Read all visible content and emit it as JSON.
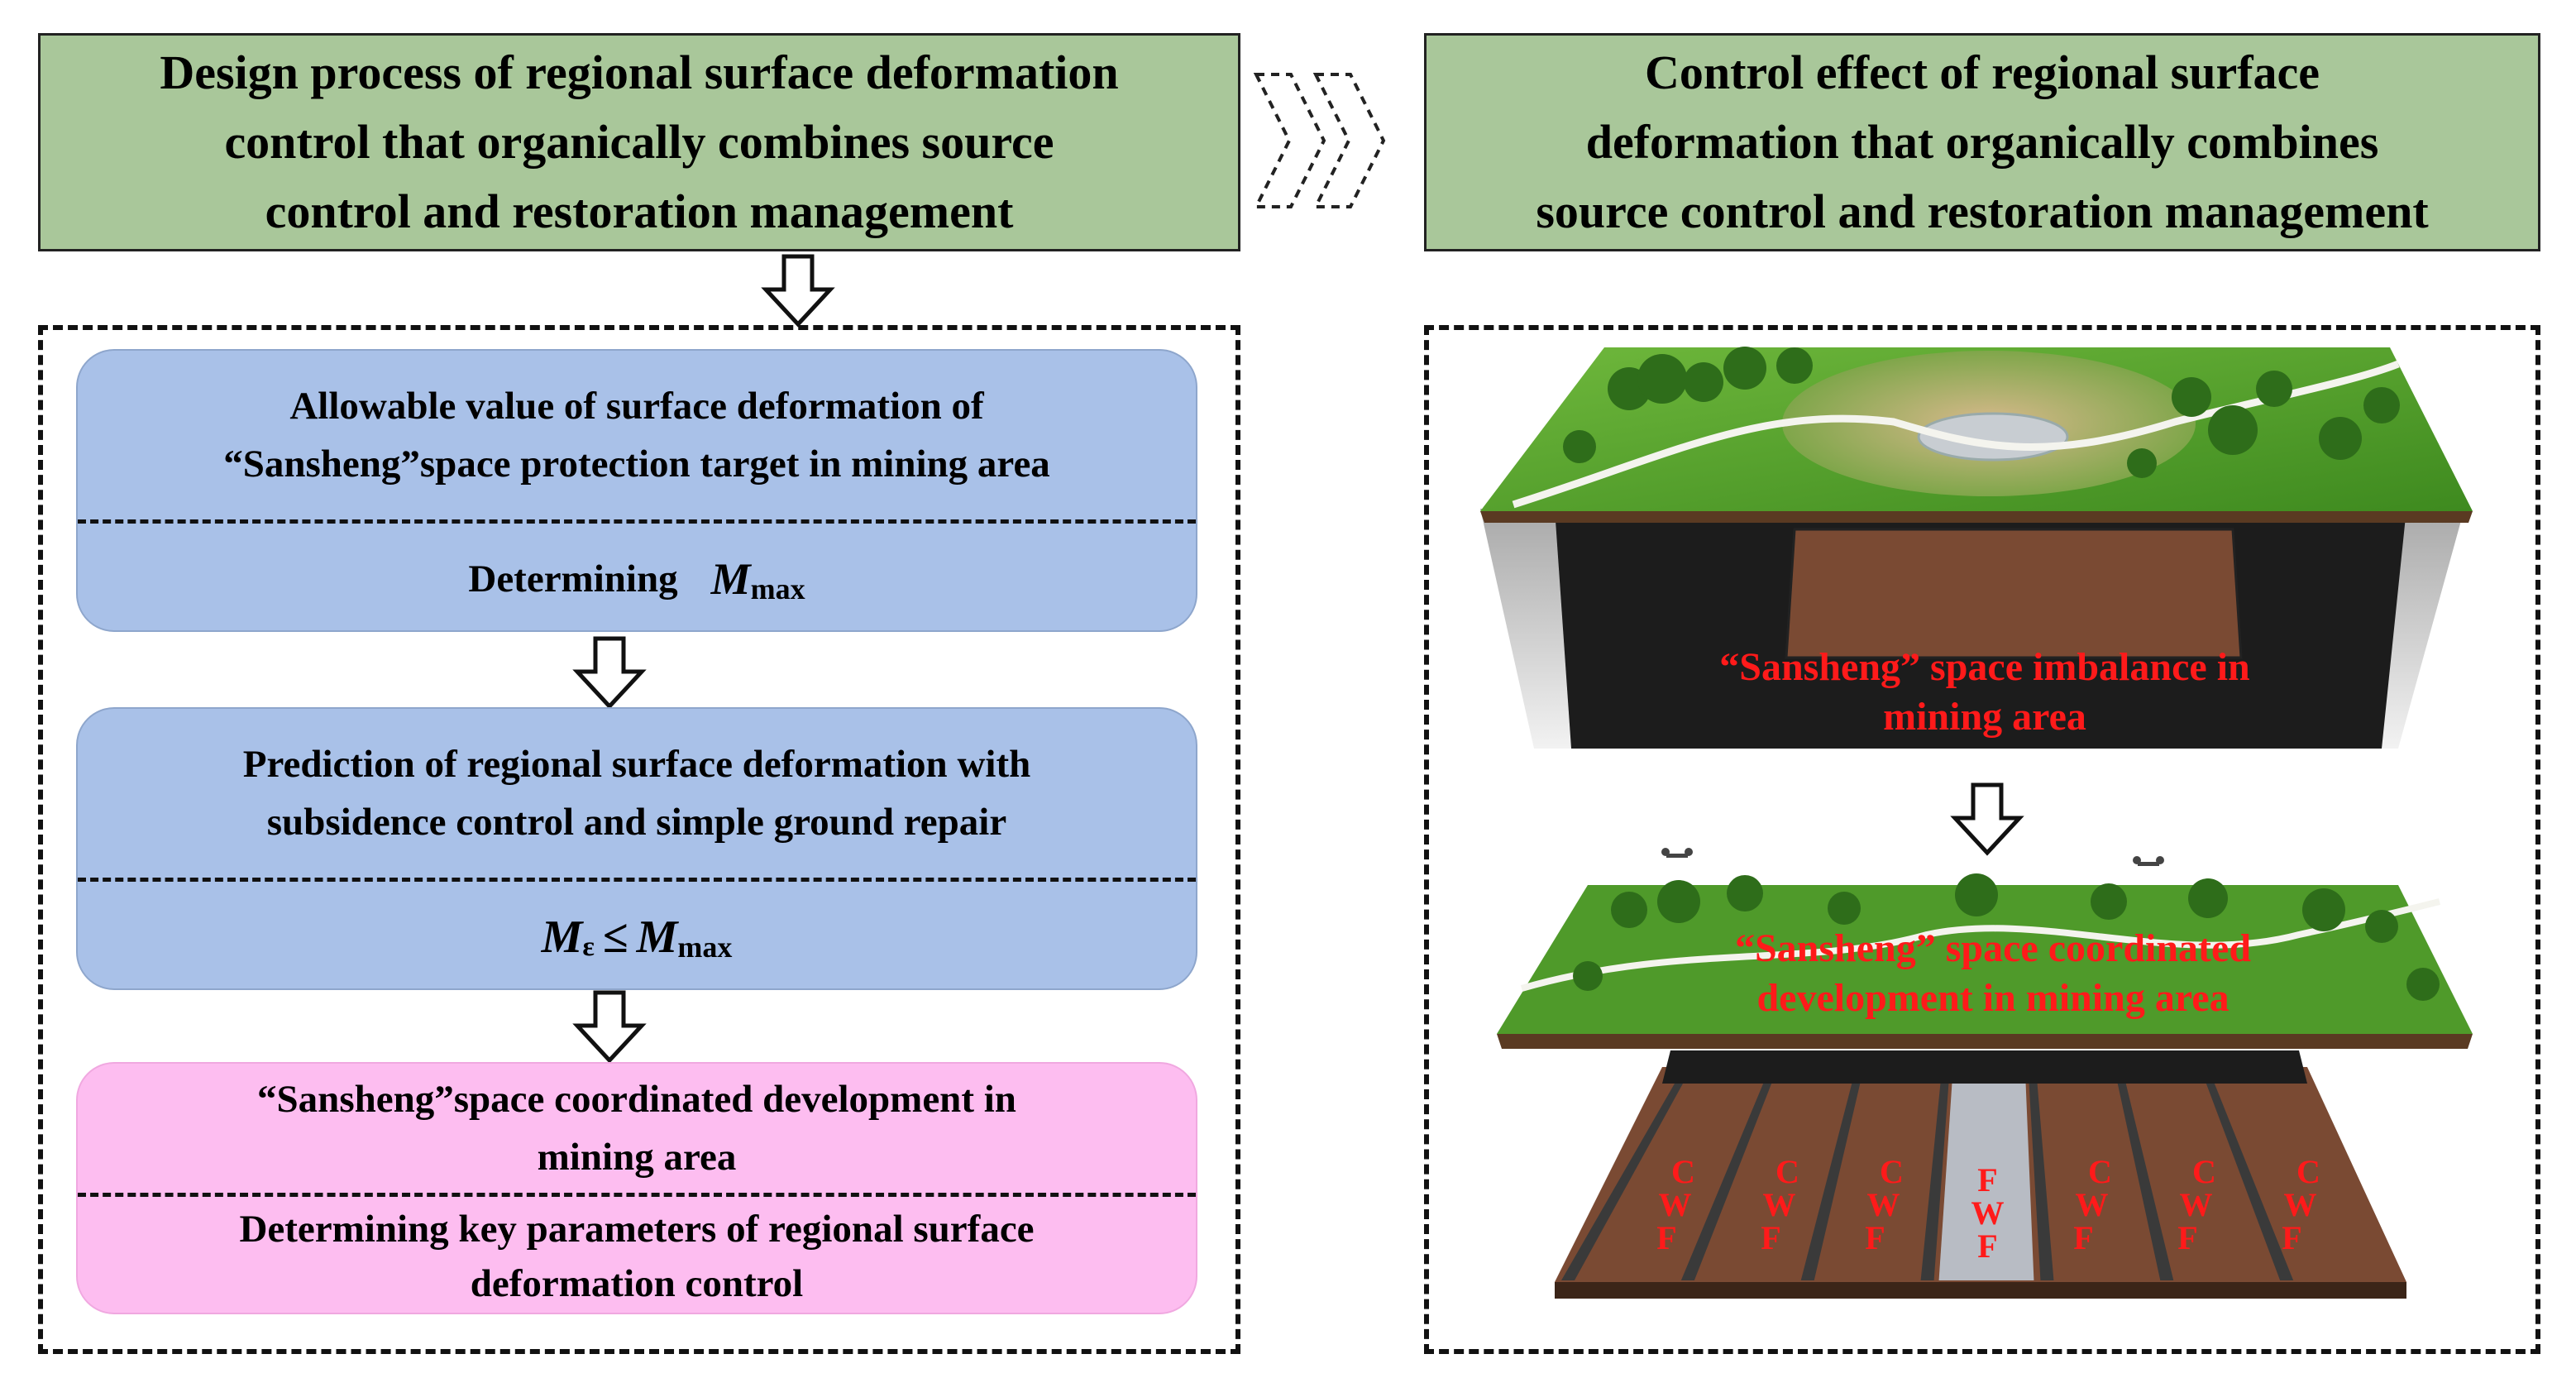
{
  "left_header": {
    "lines": [
      "Design process of regional surface deformation",
      "control that organically combines source",
      "control and restoration management"
    ]
  },
  "right_header": {
    "lines": [
      "Control effect of regional surface",
      "deformation that organically combines",
      "source control and restoration management"
    ]
  },
  "steps": {
    "step1": {
      "lines": [
        "Allowable value of surface deformation of",
        "“Sansheng”space protection target in mining area"
      ],
      "formula_label": "Determining",
      "formula_var": "M",
      "formula_sub": "max"
    },
    "step2": {
      "lines": [
        "Prediction of regional surface deformation with",
        "subsidence control and simple ground repair"
      ],
      "lhs_var": "M",
      "lhs_sub": "ε",
      "relation": "≤",
      "rhs_var": "M",
      "rhs_sub": "max"
    },
    "step3": {
      "lines": [
        "“Sansheng”space coordinated development in",
        "mining area"
      ],
      "bottom_lines": [
        "Determining key parameters of regional surface",
        "deformation control"
      ]
    }
  },
  "scene_top": {
    "label_lines": [
      "“Sansheng” space imbalance in",
      "mining area"
    ]
  },
  "scene_bottom": {
    "label_lines": [
      "“Sansheng” space coordinated",
      "development in mining area"
    ],
    "strip_labels": [
      [
        "C",
        "W",
        "F"
      ],
      [
        "C",
        "W",
        "F"
      ],
      [
        "C",
        "W",
        "F"
      ],
      [
        "F",
        "W",
        "F"
      ],
      [
        "C",
        "W",
        "F"
      ],
      [
        "C",
        "W",
        "F"
      ],
      [
        "C",
        "W",
        "F"
      ]
    ]
  },
  "colors": {
    "header_fill": "#a9c79a",
    "card_blue": "#a9c1e8",
    "card_pink": "#fdbdf0",
    "label_red": "#ff1a1a",
    "grass": "#4f9a2a",
    "soil": "#7a4a33"
  }
}
